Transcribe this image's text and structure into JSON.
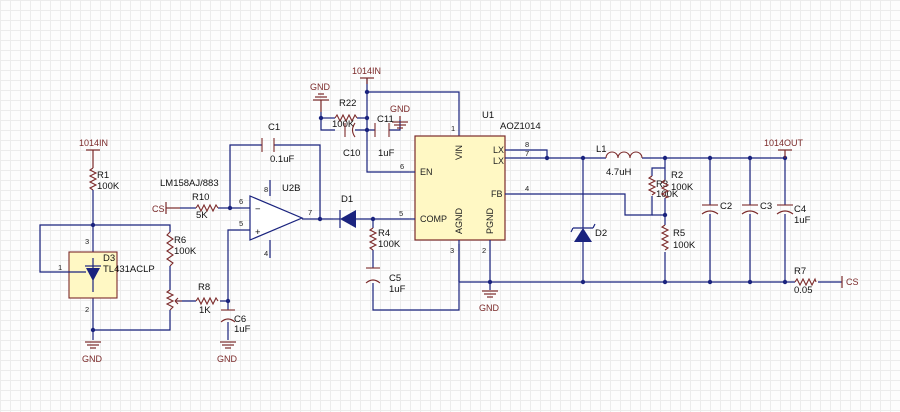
{
  "power_nets": {
    "in_top": "1014IN",
    "in_left": "1014IN",
    "out": "1014OUT"
  },
  "gnd_labels": {
    "g_top_left": "GND",
    "g_top_right": "GND",
    "g_d3": "GND",
    "g_c6": "GND",
    "g_u1": "GND"
  },
  "cs_labels": {
    "left": "CS",
    "right": "CS"
  },
  "u1": {
    "ref": "U1",
    "part": "AOZ1014",
    "pins": {
      "en": "EN",
      "vin": "VIN",
      "lx1": "LX",
      "lx2": "LX",
      "fb": "FB",
      "comp": "COMP",
      "agnd": "AGND",
      "pgnd": "PGND"
    },
    "pin_numbers": {
      "en": "6",
      "vin": "1",
      "lx1": "8",
      "lx2": "7",
      "fb": "4",
      "comp": "5",
      "agnd": "3",
      "pgnd": "2"
    }
  },
  "u2b": {
    "ref": "U2B",
    "part": "LM158AJ/883",
    "pin_numbers": {
      "inv": "6",
      "noninv": "5",
      "out": "7",
      "vplus": "8",
      "vminus": "4"
    },
    "signs": {
      "minus": "−",
      "plus": "+"
    }
  },
  "d3": {
    "ref": "D3",
    "part": "TL431ACLP",
    "pin_numbers": {
      "ref": "1",
      "cathode": "3",
      "anode": "2"
    }
  },
  "components": {
    "r1": {
      "ref": "R1",
      "value": "100K"
    },
    "r2": {
      "ref": "R2",
      "value": "100K"
    },
    "r3": {
      "ref": "R3",
      "value": "100K"
    },
    "r4": {
      "ref": "R4",
      "value": "100K"
    },
    "r5": {
      "ref": "R5",
      "value": "100K"
    },
    "r6": {
      "ref": "R6",
      "value": "100K"
    },
    "r7": {
      "ref": "R7",
      "value": "0.05"
    },
    "r8": {
      "ref": "R8",
      "value": "1K"
    },
    "r10": {
      "ref": "R10",
      "value": "5K"
    },
    "r22": {
      "ref": "R22",
      "value": "100K"
    },
    "c1": {
      "ref": "C1",
      "value": "0.1uF"
    },
    "c2": {
      "ref": "C2"
    },
    "c3": {
      "ref": "C3"
    },
    "c4": {
      "ref": "C4",
      "value": "1uF"
    },
    "c5": {
      "ref": "C5",
      "value": "1uF"
    },
    "c6": {
      "ref": "C6",
      "value": "1uF"
    },
    "c10": {
      "ref": "C10"
    },
    "c11": {
      "ref": "C11",
      "value": "1uF"
    },
    "l1": {
      "ref": "L1",
      "value": "4.7uH"
    },
    "d1": {
      "ref": "D1"
    },
    "d2": {
      "ref": "D2"
    }
  },
  "colors": {
    "wire": "#1a237e",
    "net_label": "#7b2a2a",
    "ic_fill": "#fff8c4",
    "ic_border": "#7b2a2a",
    "grid": "#ececec"
  }
}
